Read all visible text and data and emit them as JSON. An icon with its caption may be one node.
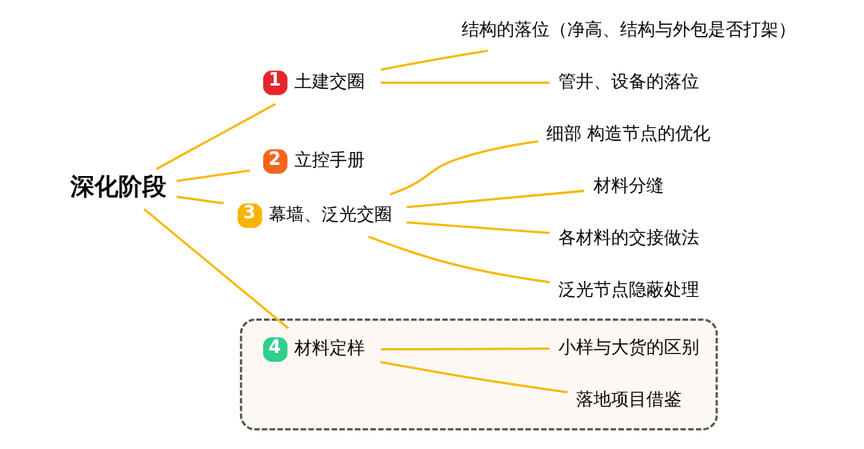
{
  "diagram": {
    "nodes": [
      {
        "text": [
          "深化阶段"
        ]
      },
      {
        "text": [
          "1",
          "土建交圈"
        ]
      },
      {
        "text": [
          "结构的落位（净高、结构与外包是否打架）"
        ]
      },
      {
        "text": [
          "管井、设备的落位"
        ]
      },
      {
        "text": [
          "2",
          "立控手册"
        ]
      },
      {
        "text": [
          "3",
          "幕墙、泛光交圈"
        ]
      },
      {
        "text": [
          "细部 构造节点的优化"
        ]
      },
      {
        "text": [
          "材料分缝"
        ]
      },
      {
        "text": [
          "各材料的交接做法"
        ]
      },
      {
        "text": [
          "泛光节点隐蔽处理"
        ]
      },
      {
        "text": [],
        "shape": "box"
      },
      {
        "text": [
          "4",
          "材料定样"
        ],
        "in": 10
      },
      {
        "text": [
          "落地项目借鉴"
        ],
        "in": 10
      },
      {
        "text": [
          "小样与大货的区别"
        ],
        "in": 10
      }
    ],
    "edges": [
      {
        "from": 0,
        "to": 1,
        "arrow": "none"
      },
      {
        "from": 1,
        "to": 2,
        "arrow": "none"
      },
      {
        "from": 1,
        "to": 3,
        "arrow": "none"
      },
      {
        "from": 0,
        "to": 4,
        "arrow": "none"
      },
      {
        "from": 0,
        "to": 5,
        "arrow": "none"
      },
      {
        "from": 5,
        "to": 6,
        "arrow": "none"
      },
      {
        "from": 5,
        "to": 7,
        "arrow": "none"
      },
      {
        "from": 5,
        "to": 8,
        "arrow": "none"
      },
      {
        "from": 5,
        "to": 9,
        "arrow": "none"
      },
      {
        "from": 0,
        "to": 11,
        "arrow": "none"
      },
      {
        "from": 11,
        "to": 12,
        "arrow": "none"
      },
      {
        "from": 11,
        "to": 13,
        "arrow": "none"
      }
    ]
  }
}
